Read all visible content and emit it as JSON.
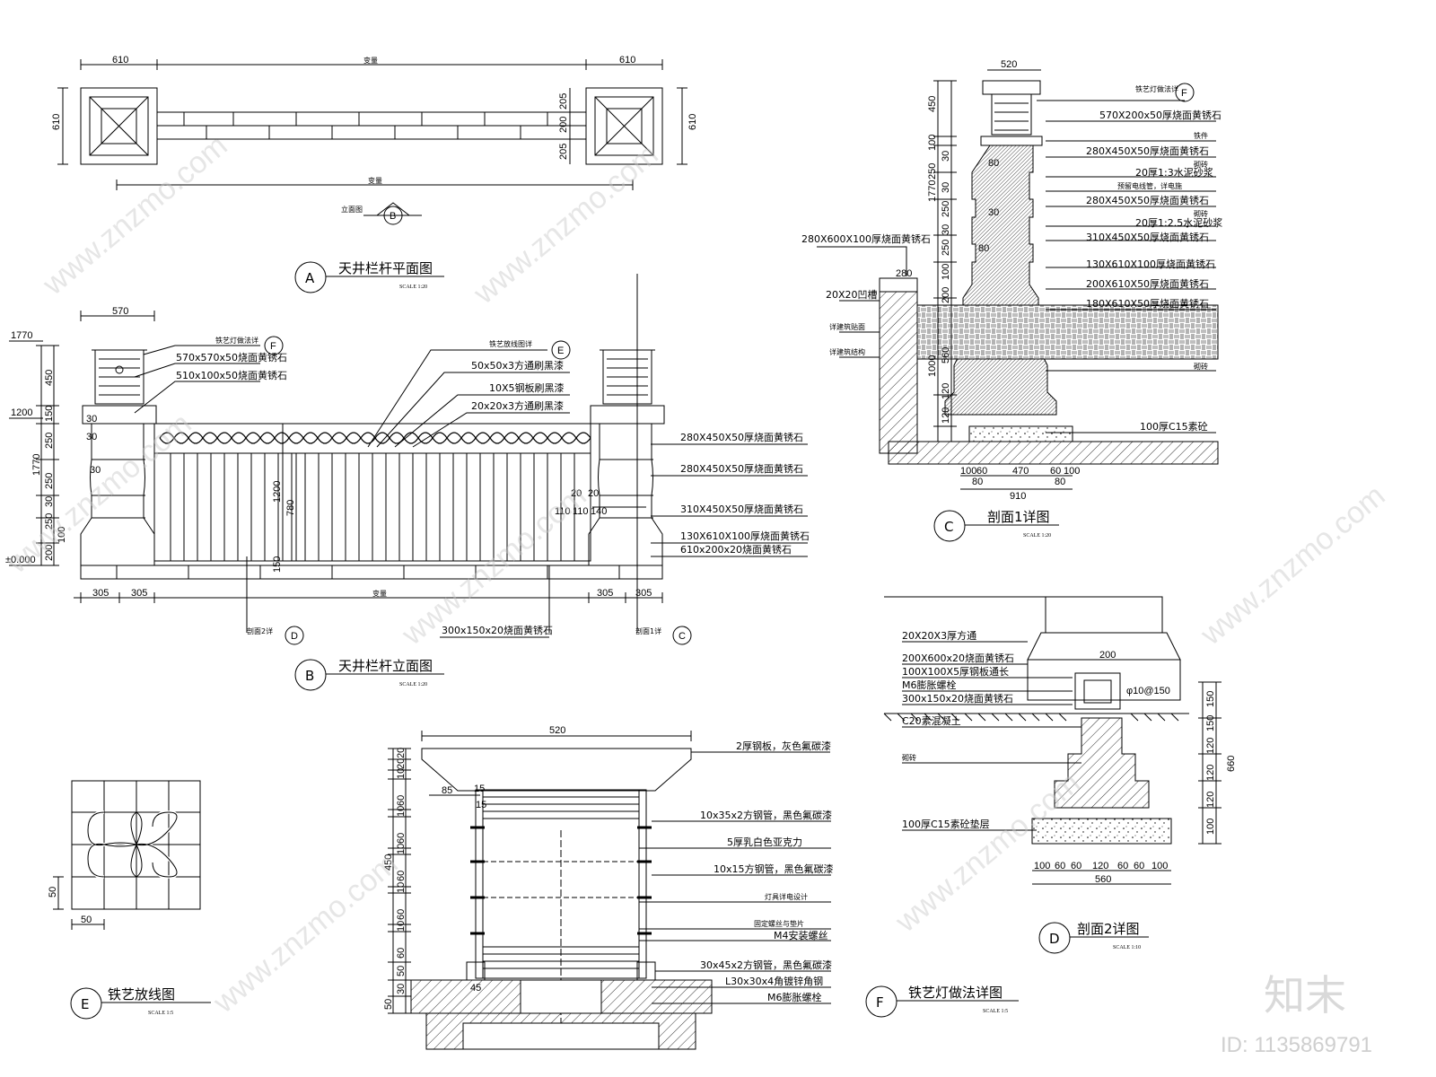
{
  "views": {
    "A": {
      "label": "A",
      "title": "天井栏杆平面图",
      "scale": "SCALE 1:20",
      "dims": [
        "610",
        "变量",
        "610",
        "610",
        "610",
        "205",
        "200",
        "205",
        "变量"
      ],
      "callout": "立面图",
      "callout_ref": "B"
    },
    "B": {
      "label": "B",
      "title": "天井栏杆立面图",
      "scale": "SCALE 1:20",
      "dims_bottom": [
        "305",
        "305",
        "变量",
        "305",
        "305"
      ],
      "dims_top": [
        "570"
      ],
      "dims_left": [
        "1770",
        "1200",
        "±0.000",
        "450",
        "150",
        "30",
        "1770",
        "250",
        "250",
        "30",
        "250",
        "100",
        "200",
        "30",
        "30"
      ],
      "dims_mid": [
        "1200",
        "780",
        "150",
        "20",
        "20",
        "110",
        "110",
        "140"
      ],
      "notes": [
        "铁艺灯做法详",
        "570x570x50烧面黄锈石",
        "510x100x50烧面黄锈石",
        "铁艺放线图详",
        "50x50x3方通刷黑漆",
        "10X5钢板刷黑漆",
        "20x20x3方通刷黑漆",
        "280X450X50厚烧面黄锈石",
        "280X450X50厚烧面黄锈石",
        "310X450X50厚烧面黄锈石",
        "130X610X100厚烧面黄锈石",
        "610x200x20烧面黄锈石",
        "300x150x20烧面黄锈石"
      ],
      "refs": {
        "F": "F",
        "E": "E",
        "D": "D",
        "C": "C"
      },
      "sect2": "剖面2详",
      "sect1": "剖面1详"
    },
    "C": {
      "label": "C",
      "title": "剖面1详图",
      "scale": "SCALE 1:20",
      "dims_top": [
        "520"
      ],
      "dims_left": [
        "450",
        "100",
        "30",
        "250",
        "30",
        "250",
        "30",
        "250",
        "100",
        "200",
        "560",
        "120",
        "120",
        "1770",
        "1000"
      ],
      "dims_bottom": [
        "100",
        "60",
        "80",
        "470",
        "60",
        "100",
        "80",
        "910"
      ],
      "dims_misc": [
        "280",
        "80",
        "80",
        "30"
      ],
      "notes": [
        "铁艺灯做法详",
        "570X200x50厚烧面黄锈石",
        "铁件",
        "280X450X50厚烧面黄锈石",
        "砌砖",
        "20厚1:3水泥砂浆",
        "预留电线管，详电施",
        "280X450X50厚烧面黄锈石",
        "砌砖",
        "20厚1:2.5水泥砂浆",
        "310X450X50厚烧面黄锈石",
        "130X610X100厚烧面黄锈石",
        "200X610X50厚烧面黄锈石",
        "180X610X50厚烧面黄锈石",
        "砌砖",
        "100厚C15素砼",
        "280X600X100厚烧面黄锈石",
        "20X20凹槽",
        "详建筑贴面",
        "详建筑结构"
      ],
      "ref": "F"
    },
    "D": {
      "label": "D",
      "title": "剖面2详图",
      "scale": "SCALE 1:10",
      "dims": [
        "200",
        "φ10@150",
        "150",
        "150",
        "120",
        "120",
        "120",
        "100",
        "660",
        "100",
        "60",
        "60",
        "120",
        "60",
        "60",
        "100",
        "560"
      ],
      "notes": [
        "20X20X3厚方通",
        "200X600x20烧面黄锈石",
        "100X100X5厚钢板通长",
        "M6膨胀螺栓",
        "300x150x20烧面黄锈石",
        "C20素混凝土",
        "砌砖",
        "100厚C15素砼垫层"
      ]
    },
    "E": {
      "label": "E",
      "title": "铁艺放线图",
      "scale": "SCALE 1:5",
      "dims": [
        "50",
        "50"
      ]
    },
    "F": {
      "label": "F",
      "title": "铁艺灯做法详图",
      "scale": "SCALE 1:5",
      "dims_top": [
        "520"
      ],
      "dims_left": [
        "20",
        "20",
        "10",
        "60",
        "10",
        "60",
        "10",
        "60",
        "10",
        "60",
        "10",
        "60",
        "50",
        "30",
        "50",
        "450"
      ],
      "dims_misc": [
        "85",
        "15",
        "15",
        "45"
      ],
      "notes": [
        "2厚钢板，灰色氟碳漆",
        "10x35x2方钢管，黑色氟碳漆",
        "5厚乳白色亚克力",
        "10x15方钢管，黑色氟碳漆",
        "灯具详电设计",
        "固定螺丝与垫片",
        "M4安装螺丝",
        "30x45x2方钢管，黑色氟碳漆",
        "L30x30x4角镀锌角钢",
        "M6膨胀螺栓"
      ]
    }
  },
  "watermark": "www.znzmo.com",
  "brand": "知末",
  "id_label": "ID: 1135869791"
}
